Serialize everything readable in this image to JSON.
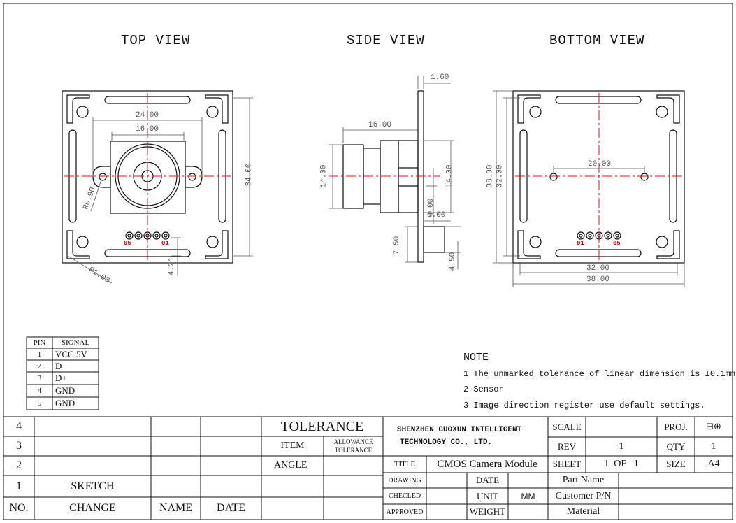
{
  "titles": {
    "top": "TOP VIEW",
    "side": "SIDE VIEW",
    "bottom": "BOTTOM VIEW"
  },
  "dims": {
    "top_24": "24.00",
    "top_16": "16.00",
    "top_34": "34.00",
    "top_r090": "R0.90",
    "top_r100": "R1.00",
    "top_421": "4.21",
    "side_160": "1.60",
    "side_1600": "16.00",
    "side_1400_left": "14.00",
    "side_1400_right": "14.00",
    "side_400": "4.00",
    "side_500": "5.00",
    "side_750": "7.50",
    "side_450": "4.50",
    "bot_3800_v": "38.00",
    "bot_3200_v": "32.00",
    "bot_2000": "20.00",
    "bot_3200_h": "32.00",
    "bot_3800_h": "38.00"
  },
  "pin_labels": {
    "top_left": "05",
    "top_right": "01",
    "bot_left": "01",
    "bot_right": "05"
  },
  "pin_table": {
    "headers": [
      "PIN",
      "SIGNAL"
    ],
    "rows": [
      [
        "1",
        "VCC 5V"
      ],
      [
        "2",
        "D−"
      ],
      [
        "3",
        "D+"
      ],
      [
        "4",
        "GND"
      ],
      [
        "5",
        "GND"
      ]
    ]
  },
  "note": {
    "title": "NOTE",
    "lines": [
      "1  The unmarked tolerance of linear dimension is ±0.1mm",
      "2  Sensor",
      "3  Image direction register use default settings."
    ]
  },
  "revision": {
    "rows": [
      {
        "no": "4",
        "change": ""
      },
      {
        "no": "3",
        "change": ""
      },
      {
        "no": "2",
        "change": ""
      },
      {
        "no": "1",
        "change": "SKETCH"
      }
    ],
    "headers": {
      "no": "NO.",
      "change": "CHANGE",
      "name": "NAME",
      "date": "DATE"
    }
  },
  "tolerance": {
    "title": "TOLERANCE",
    "item": "ITEM",
    "allowance": "ALLOWANCE",
    "tolerance": "TOLERANCE",
    "angle": "ANGLE"
  },
  "company": {
    "line1": "SHENZHEN GUOXUN INTELLIGENT",
    "line2": "TECHNOLOGY CO., LTD."
  },
  "title_block": {
    "title_label": "TITLE",
    "title_value": "CMOS  Camera Module",
    "drawing": "DRAWING",
    "checked": "CHECLED",
    "approved": "APPROVED",
    "date": "DATE",
    "unit": "UNIT",
    "unit_value": "MM",
    "weight": "WEIGHT",
    "scale": "SCALE",
    "rev": "REV",
    "rev_value": "1",
    "sheet": "SHEET",
    "sheet_value": "1  OF   1",
    "part_name": "Part Name",
    "customer_pn": "Customer P/N",
    "material": "Material",
    "proj": "PROJ.",
    "proj_symbol": "⊟⊕",
    "qty": "QTY",
    "qty_value": "1",
    "size": "SIZE",
    "size_value": "A4"
  },
  "colors": {
    "line": "#111111",
    "center": "#e0141e",
    "dim": "#555555",
    "pin": "#d00000"
  }
}
